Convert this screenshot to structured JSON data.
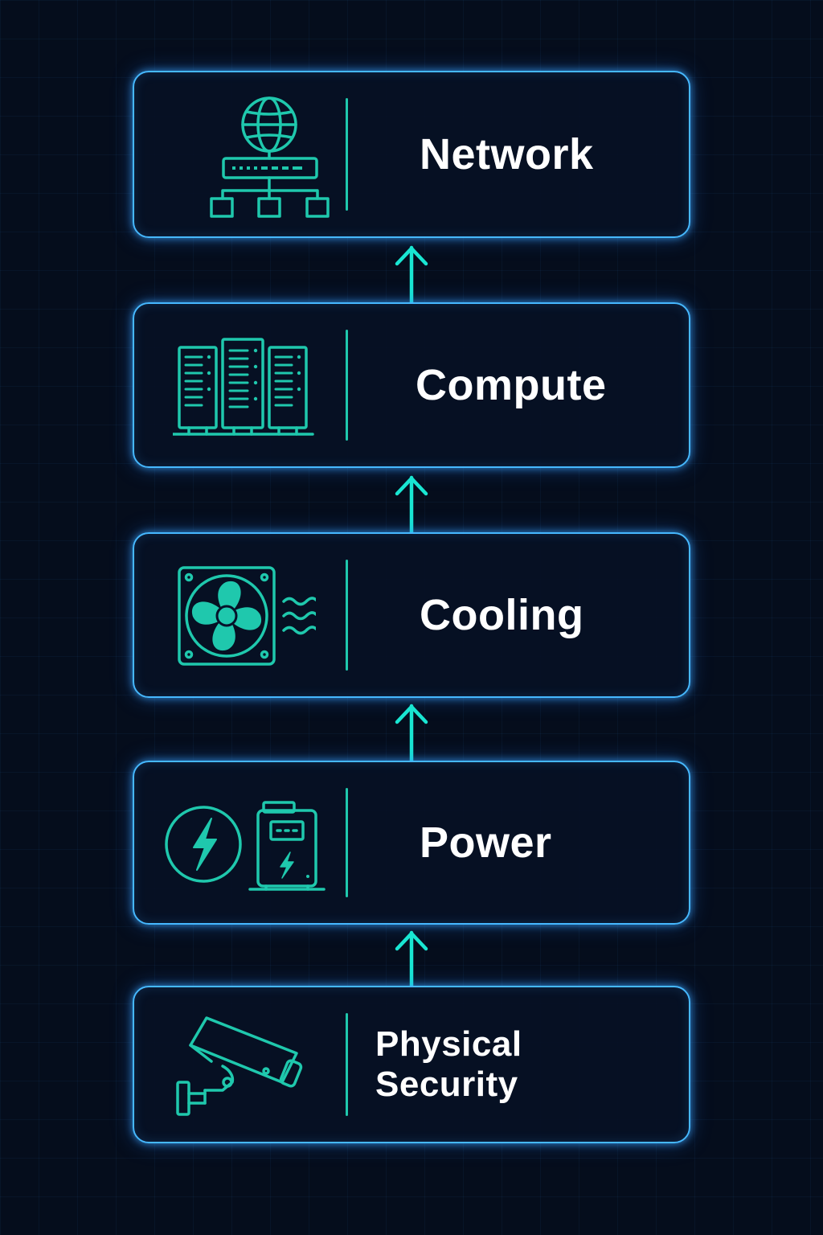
{
  "diagram": {
    "layers": [
      {
        "label": "Network",
        "icon": "network-icon"
      },
      {
        "label": "Compute",
        "icon": "server-rack-icon"
      },
      {
        "label": "Cooling",
        "icon": "cooling-fan-icon"
      },
      {
        "label": "Power",
        "icon": "power-icon"
      },
      {
        "label": "Physical Security",
        "icon": "security-camera-icon"
      }
    ],
    "colors": {
      "background": "#050d1c",
      "box_border": "#46b8ff",
      "icon": "#1fc8ad",
      "arrow": "#19e6d2",
      "text": "#ffffff"
    }
  }
}
